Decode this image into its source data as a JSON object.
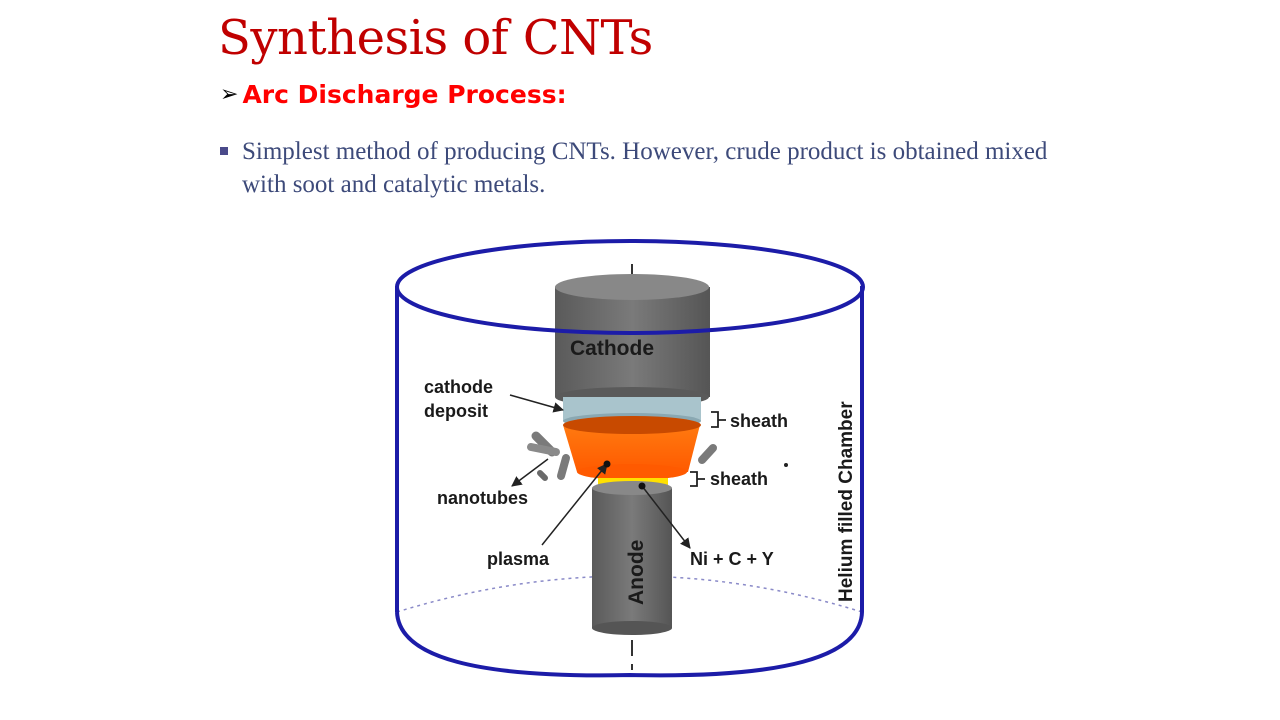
{
  "slide": {
    "title": "Synthesis of CNTs",
    "subtitle_arrow": "➢",
    "subtitle": "Arc Discharge Process:",
    "bullets": [
      "Simplest method of producing CNTs. However, crude product is obtained mixed with soot and catalytic metals."
    ]
  },
  "diagram": {
    "labels": {
      "cathode": "Cathode",
      "anode": "Anode",
      "cathode_deposit_line1": "cathode",
      "cathode_deposit_line2": "deposit",
      "sheath_top": "sheath",
      "sheath_bottom": "sheath",
      "nanotubes": "nanotubes",
      "plasma": "plasma",
      "catalyst": "Ni + C + Y",
      "chamber": "Helium filled Chamber"
    },
    "colors": {
      "chamber_outline": "#1c1ca8",
      "electrode": "#6e6e6e",
      "deposit": "#a9c4cc",
      "plasma": "#ff6a00",
      "plasma_dark": "#c84a00",
      "molten": "#ffe000",
      "title": "#c00000",
      "subtitle": "#ff0000",
      "body_text": "#3d4a7a"
    }
  }
}
